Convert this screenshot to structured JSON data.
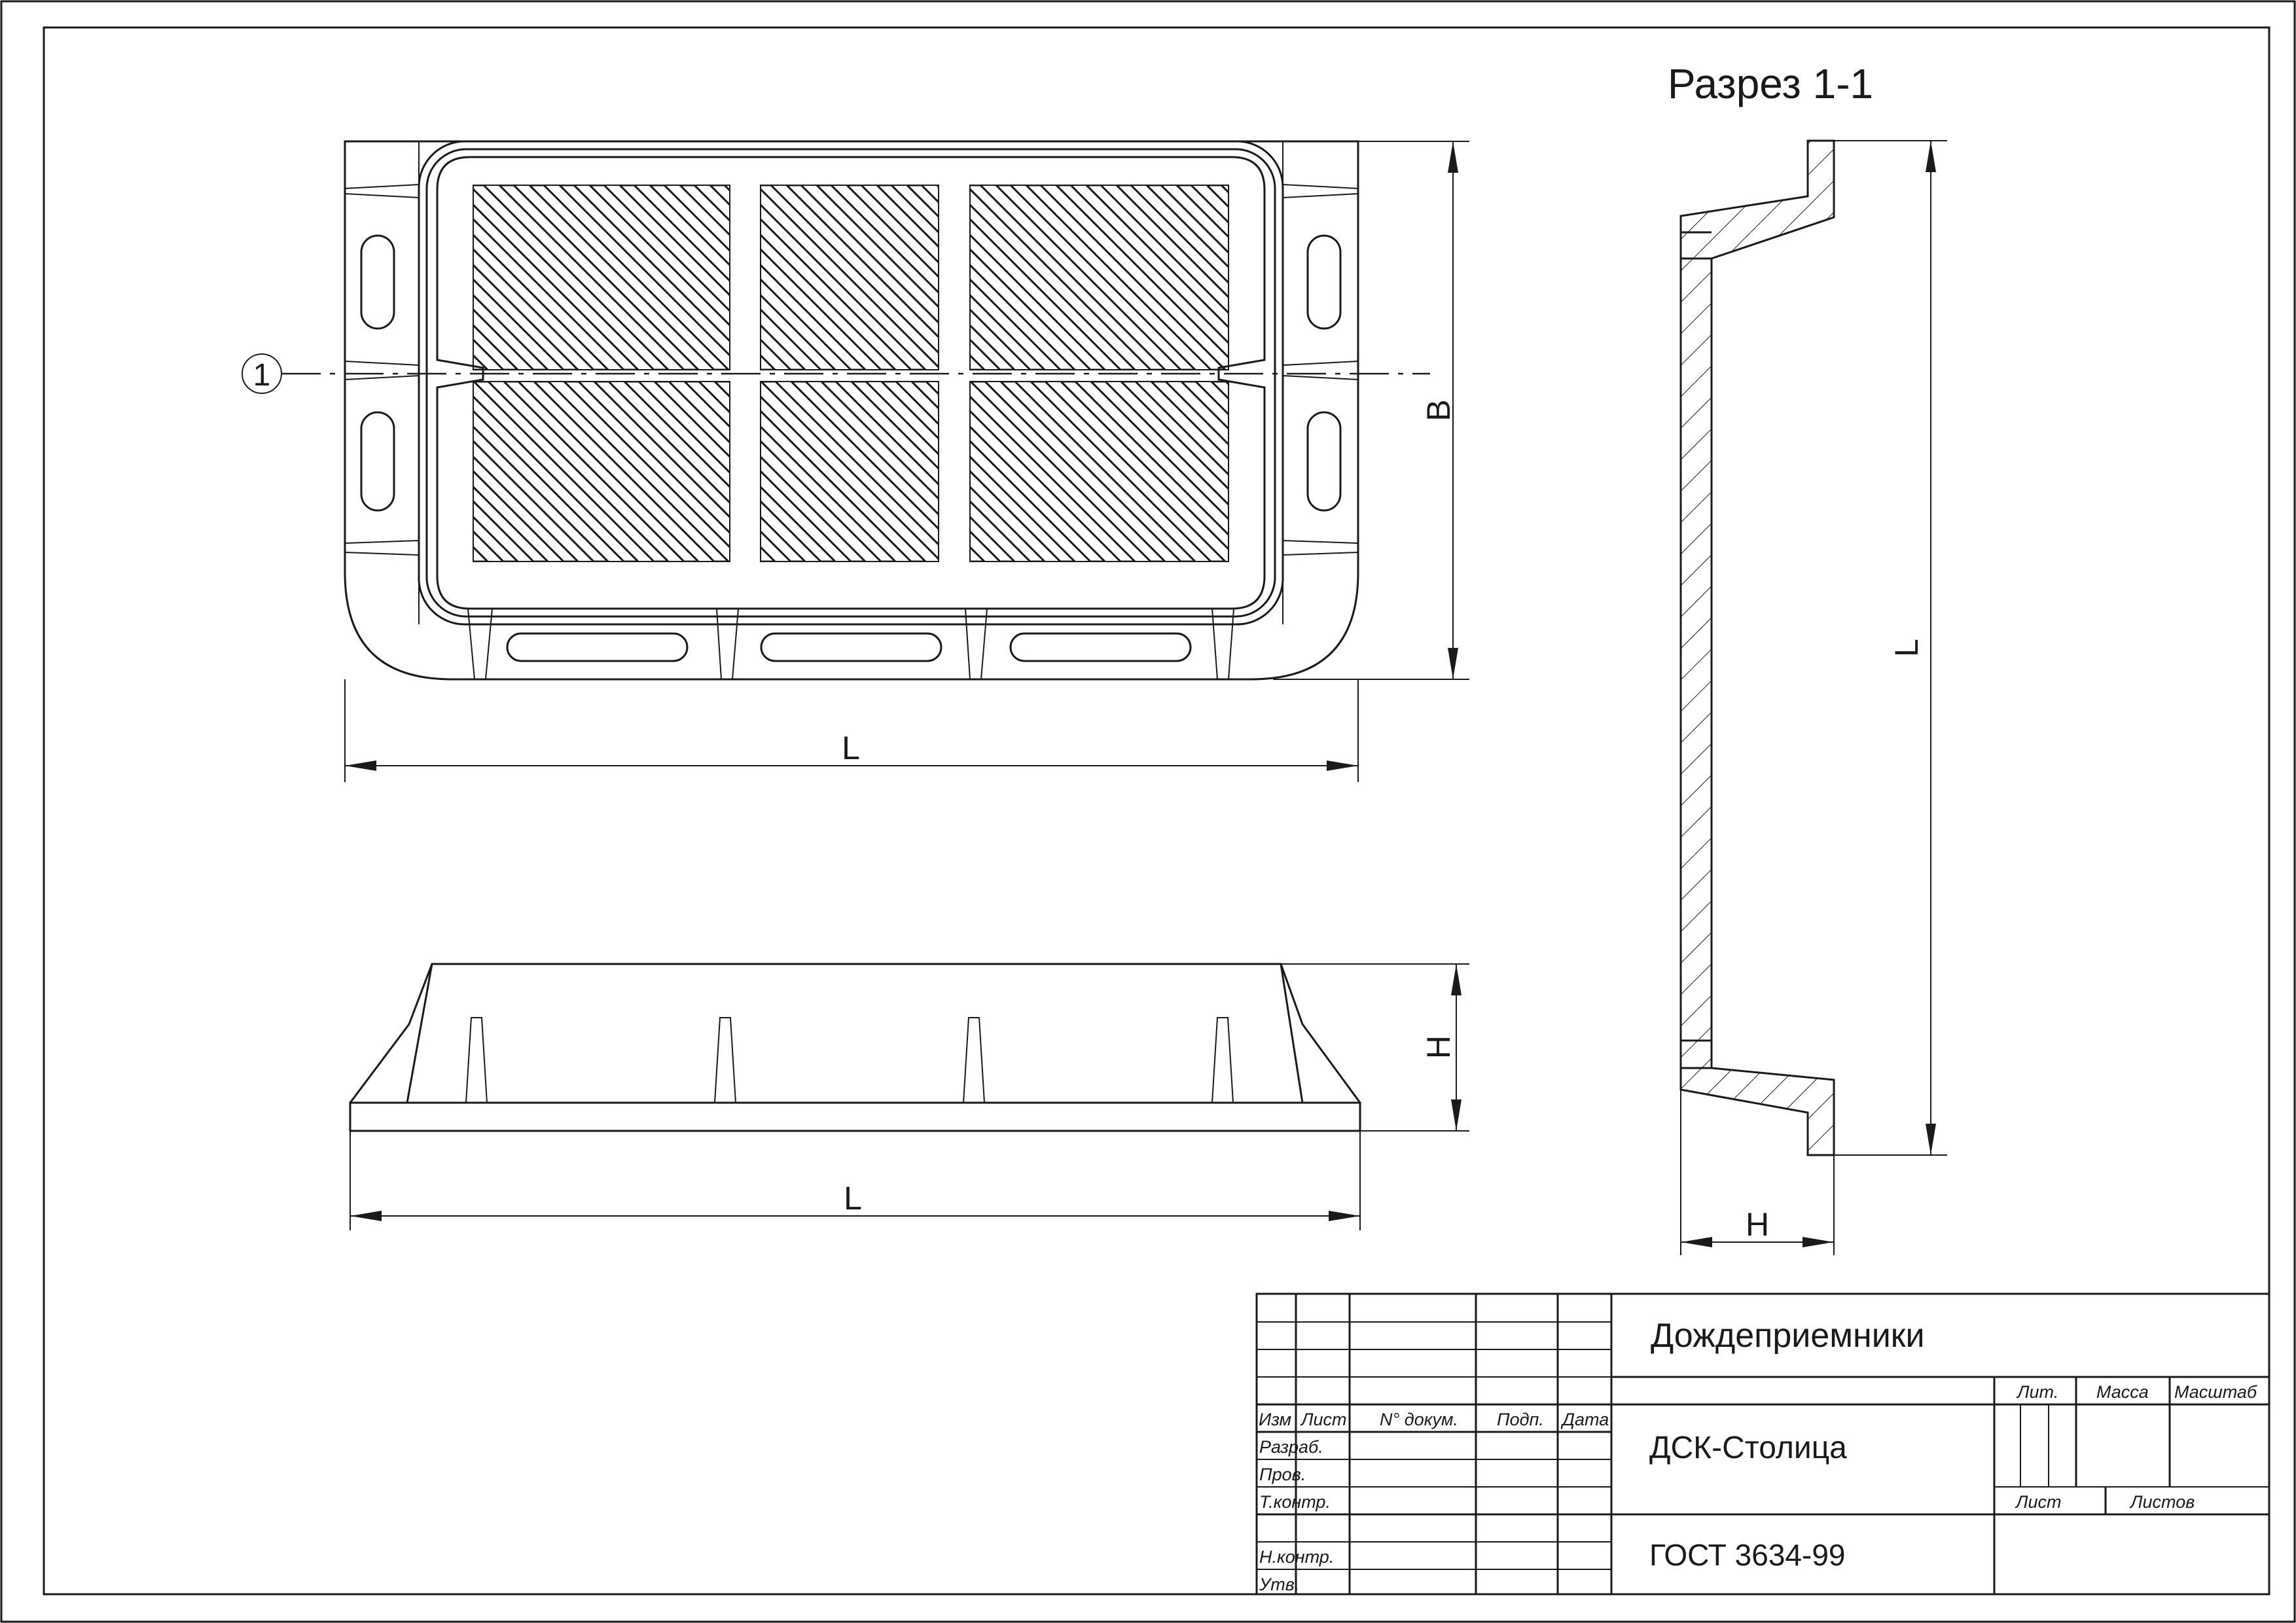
{
  "view_plan": {
    "dim_length": "L",
    "dim_width": "B",
    "section_marker": "1"
  },
  "view_side": {
    "dim_length": "L",
    "dim_height": "H"
  },
  "view_section": {
    "title": "Разрез 1-1",
    "dim_length": "L",
    "dim_height": "H"
  },
  "title_block": {
    "product_name": "Дождеприемники",
    "organization": "ДСК-Столица",
    "standard": "ГОСТ 3634-99",
    "header_cols": [
      "Изм",
      "Лист",
      "N° докум.",
      "Подп.",
      "Дата"
    ],
    "role_rows": [
      "Разраб.",
      "Пров.",
      "Т.контр.",
      "",
      "Н.контр.",
      "Утв."
    ],
    "info_cols": [
      "Лит.",
      "Масса",
      "Масштаб"
    ],
    "sheet_labels": [
      "Лист",
      "Листов"
    ]
  }
}
